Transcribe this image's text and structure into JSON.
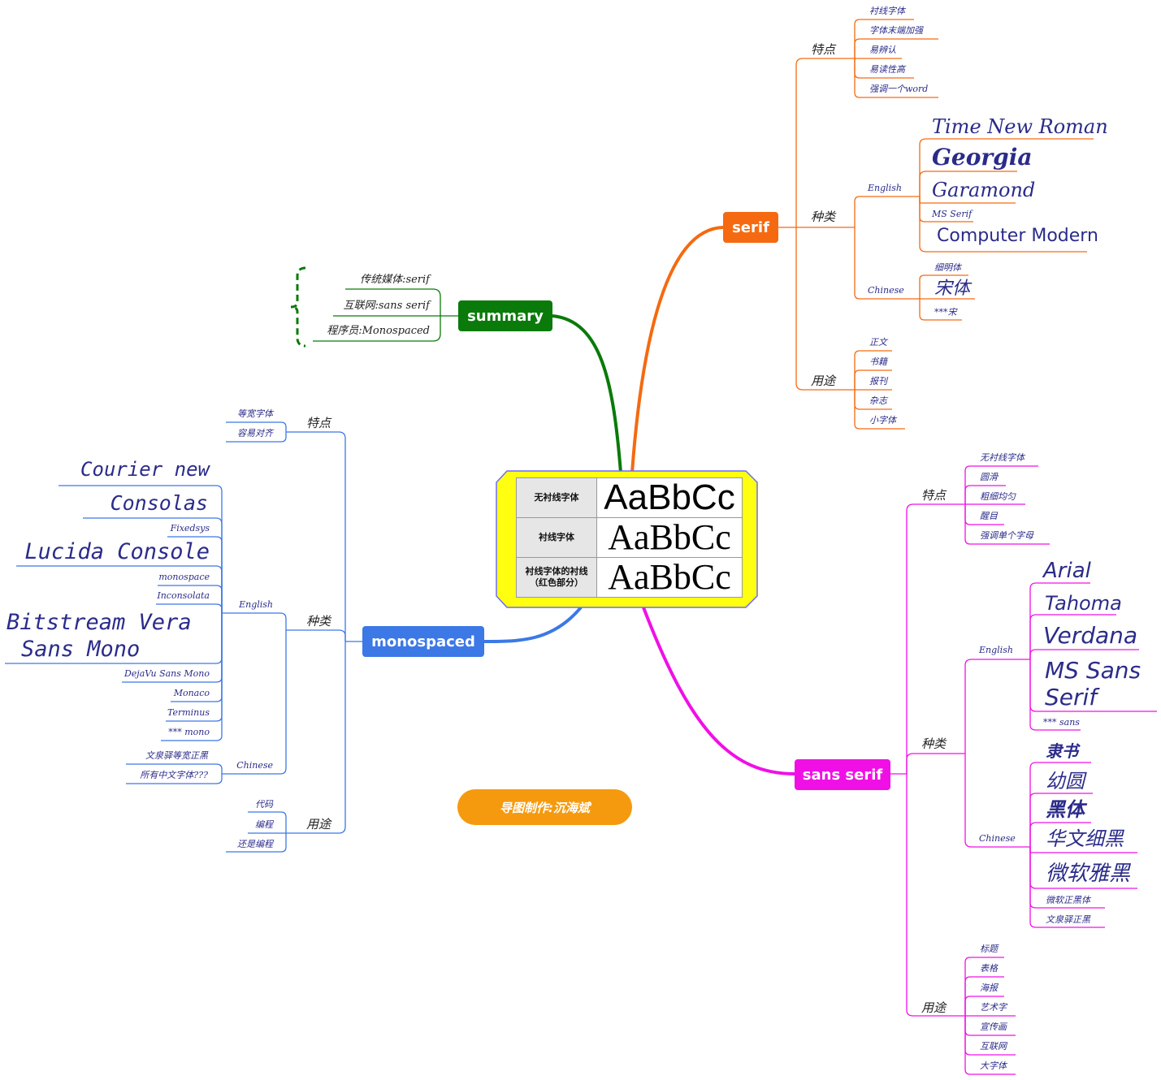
{
  "center": {
    "rows": [
      {
        "label": "无衬线字体",
        "sample": "AaBbCc"
      },
      {
        "label": "衬线字体",
        "sample": "AaBbCc"
      },
      {
        "label": "衬线字体的衬线（红色部分）",
        "sample": "AaBbCc"
      }
    ]
  },
  "credit": "导图制作:沉海斌",
  "summary": {
    "label": "summary",
    "items": [
      "传统媒体:serif",
      "互联网:sans serif",
      "程序员:Monospaced"
    ]
  },
  "serif": {
    "label": "serif",
    "features": {
      "label": "特点",
      "items": [
        "衬线字体",
        "字体末端加强",
        "易辨认",
        "易读性高",
        "强调一个word"
      ]
    },
    "kinds": {
      "label": "种类",
      "english_label": "English",
      "english": [
        "Time New Roman",
        "Georgia",
        "Garamond",
        "MS Serif",
        "Computer Modern"
      ],
      "chinese_label": "Chinese",
      "chinese": [
        "细明体",
        "宋体",
        "***宋"
      ]
    },
    "uses": {
      "label": "用途",
      "items": [
        "正文",
        "书籍",
        "报刊",
        "杂志",
        "小字体"
      ]
    }
  },
  "sans": {
    "label": "sans serif",
    "features": {
      "label": "特点",
      "items": [
        "无衬线字体",
        "圆滑",
        "粗细均匀",
        "醒目",
        "强调单个字母"
      ]
    },
    "kinds": {
      "label": "种类",
      "english_label": "English",
      "english": [
        "Arial",
        "Tahoma",
        "Verdana",
        "MS Sans",
        "Serif",
        "*** sans"
      ],
      "chinese_label": "Chinese",
      "chinese": [
        "隶书",
        "幼圆",
        "黑体",
        "华文细黑",
        "微软雅黑",
        "微软正黑体",
        "文泉驿正黑"
      ]
    },
    "uses": {
      "label": "用途",
      "items": [
        "标题",
        "表格",
        "海报",
        "艺术字",
        "宣传画",
        "互联网",
        "大字体"
      ]
    }
  },
  "mono": {
    "label": "monospaced",
    "features": {
      "label": "特点",
      "items": [
        "等宽字体",
        "容易对齐"
      ]
    },
    "kinds": {
      "label": "种类",
      "english_label": "English",
      "english": [
        "Courier new",
        "Consolas",
        "Fixedsys",
        "Lucida Console",
        "monospace",
        "Inconsolata",
        "Bitstream Vera",
        "Sans Mono",
        "DejaVu Sans Mono",
        "Monaco",
        "Terminus",
        "***  mono"
      ],
      "chinese_label": "Chinese",
      "chinese": [
        "文泉驿等宽正黑",
        "所有中文字体???"
      ]
    },
    "uses": {
      "label": "用途",
      "items": [
        "代码",
        "编程",
        "还是编程"
      ]
    }
  },
  "colors": {
    "serif": "#f56a10",
    "sans": "#f010e6",
    "mono": "#3c78e6",
    "summary": "#0a7a0a",
    "center_fill": "#ffff10",
    "credit": "#f59a0e"
  }
}
